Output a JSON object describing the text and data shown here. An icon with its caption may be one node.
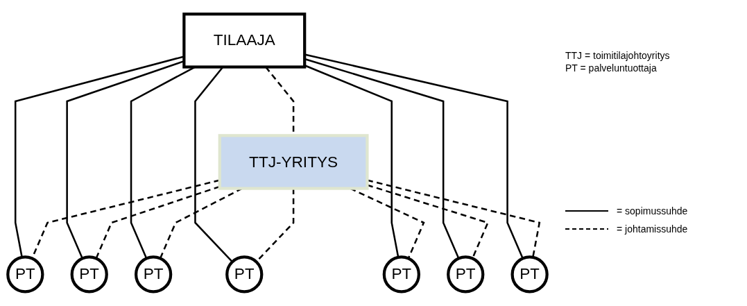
{
  "diagram": {
    "nodes": [
      {
        "text": [
          "TILAAJA"
        ]
      },
      {
        "text": [
          "TTJ-YRITYS"
        ]
      },
      {
        "text": [
          "PT"
        ]
      },
      {
        "text": [
          "PT"
        ]
      },
      {
        "text": [
          "PT"
        ]
      },
      {
        "text": [
          "PT"
        ]
      },
      {
        "text": [
          "PT"
        ]
      },
      {
        "text": [
          "PT"
        ]
      },
      {
        "text": [
          "PT"
        ]
      }
    ],
    "edges": [
      {
        "from": 0,
        "to": 1,
        "arrow": "none",
        "style": "dashed"
      },
      {
        "from": 0,
        "to": 2,
        "arrow": "none"
      },
      {
        "from": 0,
        "to": 3,
        "arrow": "none"
      },
      {
        "from": 0,
        "to": 4,
        "arrow": "none"
      },
      {
        "from": 0,
        "to": 5,
        "arrow": "none"
      },
      {
        "from": 0,
        "to": 6,
        "arrow": "none"
      },
      {
        "from": 0,
        "to": 7,
        "arrow": "none"
      },
      {
        "from": 0,
        "to": 8,
        "arrow": "none"
      },
      {
        "from": 1,
        "to": 2,
        "arrow": "none",
        "style": "dashed"
      },
      {
        "from": 1,
        "to": 3,
        "arrow": "none",
        "style": "dashed"
      },
      {
        "from": 1,
        "to": 4,
        "arrow": "none",
        "style": "dashed"
      },
      {
        "from": 1,
        "to": 5,
        "arrow": "none",
        "style": "dashed"
      },
      {
        "from": 1,
        "to": 6,
        "arrow": "none",
        "style": "dashed"
      },
      {
        "from": 1,
        "to": 7,
        "arrow": "none",
        "style": "dashed"
      },
      {
        "from": 1,
        "to": 8,
        "arrow": "none",
        "style": "dashed"
      }
    ],
    "labels": [
      "TTJ = toimitilajohtoyritys",
      "PT = palveluntuottaja"
    ],
    "legend": [
      {
        "text": "= sopimussuhde"
      },
      {
        "text": "= johtamissuhde"
      }
    ]
  }
}
